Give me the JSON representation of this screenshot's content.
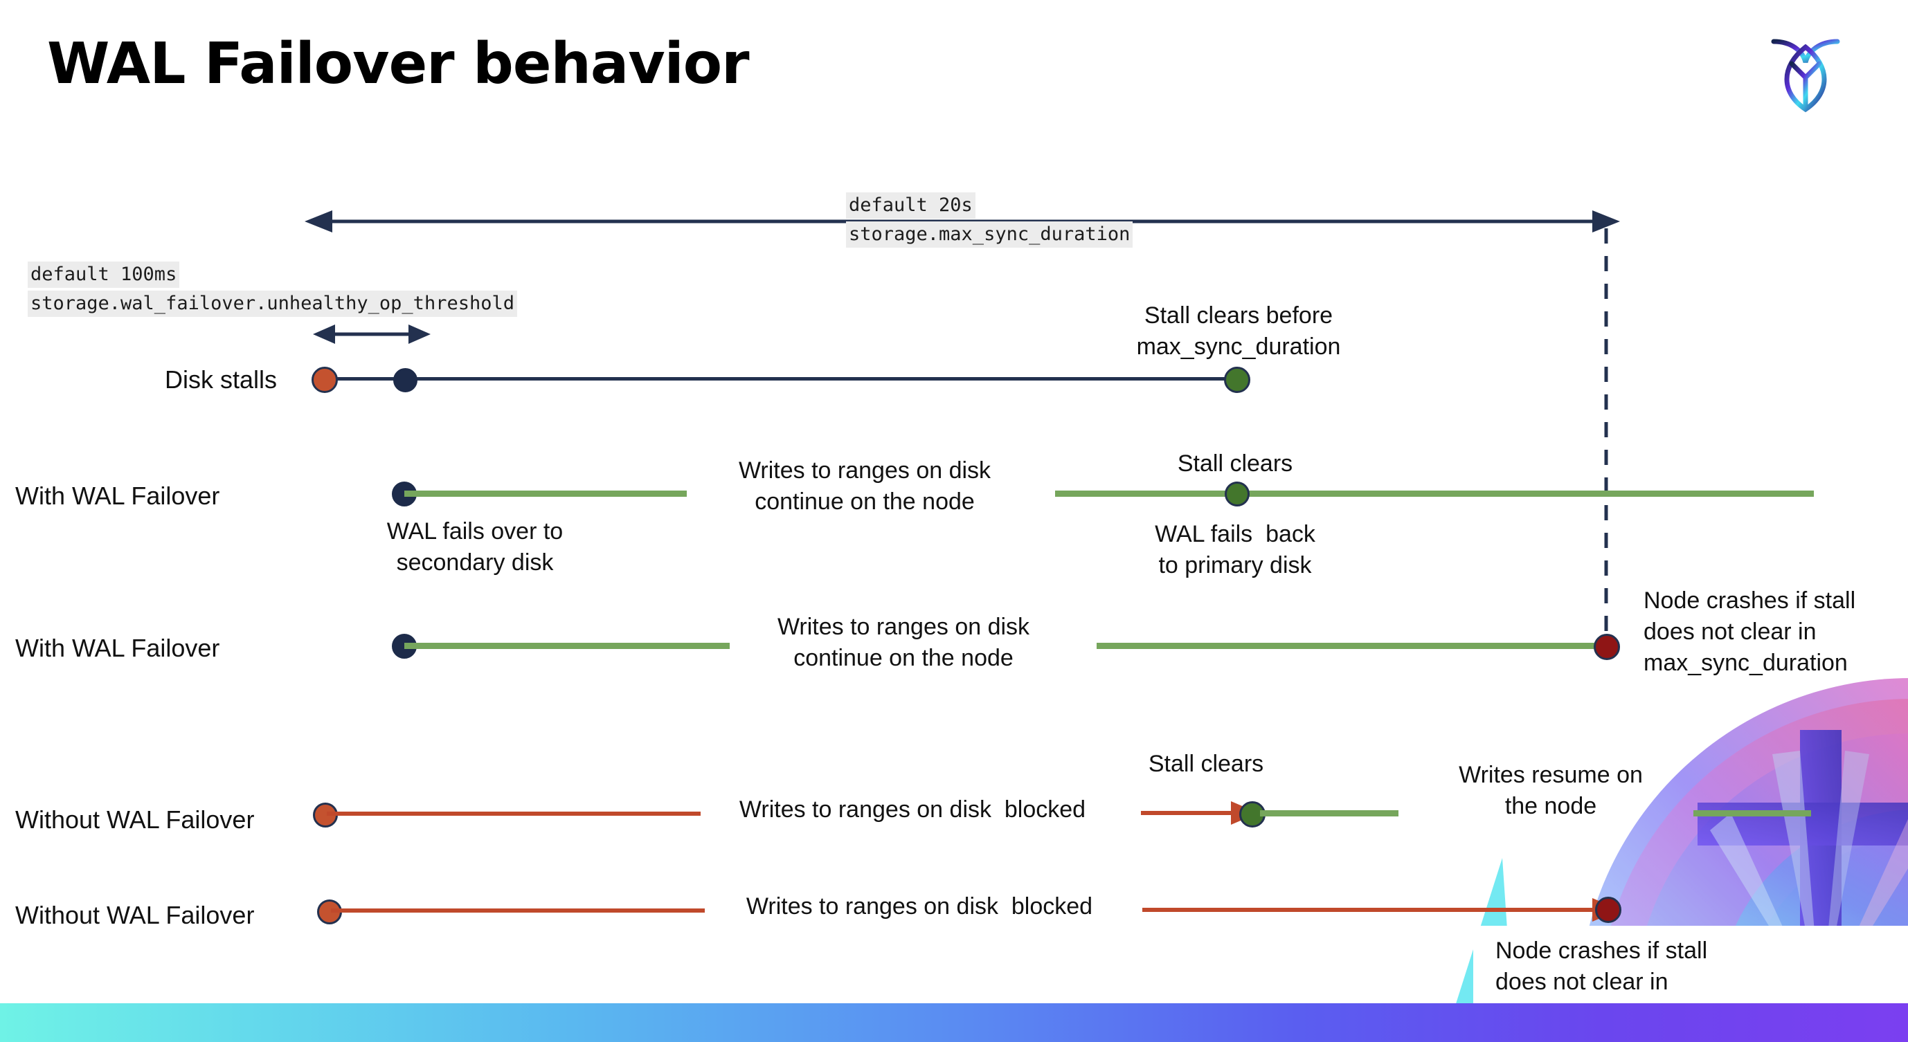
{
  "slide": {
    "title": "WAL Failover behavior",
    "logo_name": "cockroach-labs-logo"
  },
  "settings": {
    "max_sync": {
      "default_label": "default 20s",
      "setting_name": "storage.max_sync_duration"
    },
    "unhealthy_op": {
      "default_label": "default 100ms",
      "setting_name": "storage.wal_failover.unhealthy_op_threshold"
    }
  },
  "rows": [
    {
      "id": "disk-stalls",
      "label": "Disk stalls"
    },
    {
      "id": "with-wal-failover-1",
      "label": "With WAL Failover"
    },
    {
      "id": "with-wal-failover-2",
      "label": "With WAL Failover"
    },
    {
      "id": "without-wal-failover-1",
      "label": "Without WAL Failover"
    },
    {
      "id": "without-wal-failover-2",
      "label": "Without WAL Failover"
    }
  ],
  "annotations": {
    "stall_clears_before": "Stall clears before\nmax_sync_duration",
    "stall_clears_r2": "Stall clears",
    "stall_clears_r4": "Stall clears",
    "wal_fails_over": "WAL fails over to\nsecondary disk",
    "wal_fails_back": "WAL fails  back\nto primary disk",
    "writes_continue_r2": "Writes to ranges on disk\ncontinue on the node",
    "writes_continue_r3": "Writes to ranges on disk\ncontinue on the node",
    "writes_blocked_r4": "Writes to ranges on disk  blocked",
    "writes_blocked_r5": "Writes to ranges on disk  blocked",
    "writes_resume": "Writes resume on\nthe node",
    "node_crashes_r3": "Node crashes if stall\ndoes not clear in\nmax_sync_duration",
    "node_crashes_r5": "Node crashes if stall\ndoes not clear in\nmax_sync_duration"
  },
  "colors": {
    "navy": "#23314f",
    "green": "#76a65c",
    "green_dot": "#43762c",
    "red_line": "#c0492b",
    "red_dot": "#c4522f",
    "dark_red_dot": "#8f1515",
    "chip_bg": "#ececec",
    "text": "#111111"
  }
}
